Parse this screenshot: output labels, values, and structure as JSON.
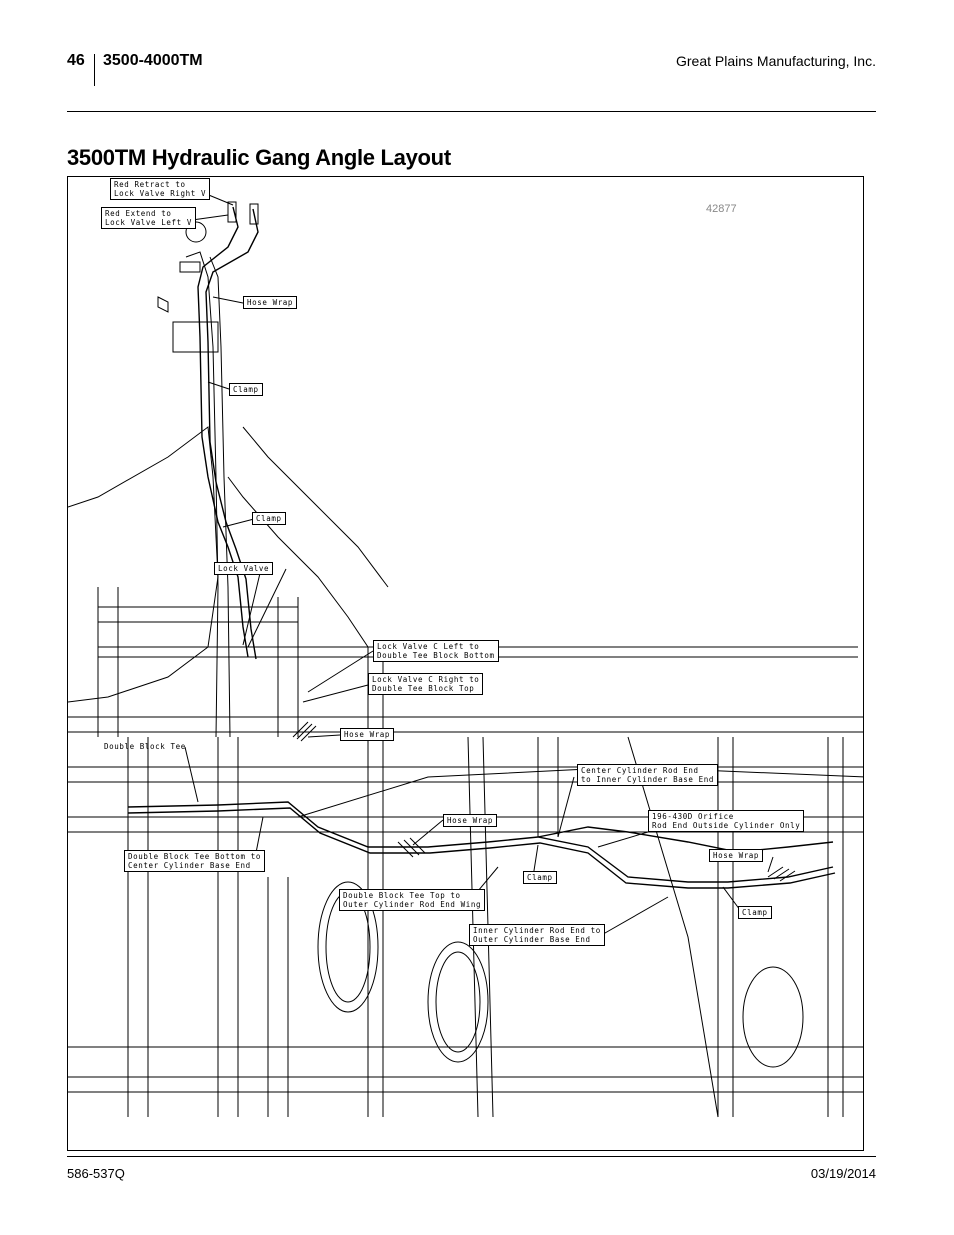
{
  "header": {
    "page_number": "46",
    "model": "3500-4000TM",
    "company": "Great Plains Manufacturing, Inc."
  },
  "section_title": "3500TM Hydraulic Gang Angle Layout",
  "figure": {
    "figure_number": "42877",
    "callouts": [
      {
        "id": "red-retract",
        "text": "Red Retract to\nLock Valve Right V"
      },
      {
        "id": "red-extend",
        "text": "Red Extend to\nLock Valve Left V"
      },
      {
        "id": "hose-wrap-1",
        "text": "Hose Wrap"
      },
      {
        "id": "clamp-1",
        "text": "Clamp"
      },
      {
        "id": "clamp-2",
        "text": "Clamp"
      },
      {
        "id": "lock-valve",
        "text": "Lock Valve"
      },
      {
        "id": "lock-valve-c-left",
        "text": "Lock Valve C Left to\nDouble Tee Block Bottom"
      },
      {
        "id": "lock-valve-c-right",
        "text": "Lock Valve C Right to\nDouble Tee Block Top"
      },
      {
        "id": "hose-wrap-2",
        "text": "Hose Wrap"
      },
      {
        "id": "double-block-tee",
        "text": "Double Block Tee"
      },
      {
        "id": "center-cyl-rod",
        "text": "Center Cylinder Rod End\nto Inner Cylinder Base End"
      },
      {
        "id": "orifice",
        "text": "196-430D Orifice\nRod End Outside Cylinder Only"
      },
      {
        "id": "hose-wrap-3",
        "text": "Hose Wrap"
      },
      {
        "id": "hose-wrap-4",
        "text": "Hose Wrap"
      },
      {
        "id": "double-block-tee-bottom",
        "text": "Double Block Tee Bottom to\nCenter Cylinder Base End"
      },
      {
        "id": "clamp-3",
        "text": "Clamp"
      },
      {
        "id": "clamp-4",
        "text": "Clamp"
      },
      {
        "id": "double-block-tee-top",
        "text": "Double Block Tee Top to\nOuter Cylinder Rod End Wing"
      },
      {
        "id": "inner-cyl-rod",
        "text": "Inner Cylinder Rod End to\nOuter Cylinder Base End"
      }
    ]
  },
  "footer": {
    "doc_number": "586-537Q",
    "date": "03/19/2014"
  }
}
